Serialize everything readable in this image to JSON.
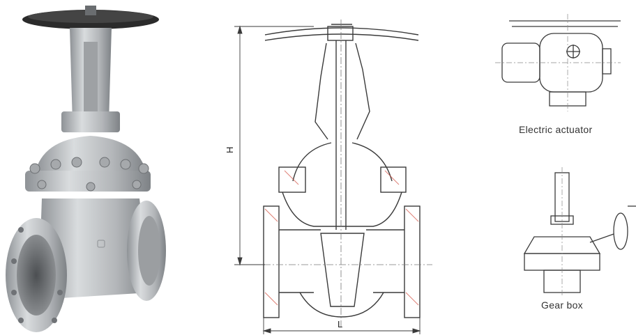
{
  "labels": {
    "dimension_height": "H",
    "dimension_length": "L",
    "electric_actuator": "Electric actuator",
    "gear_box": "Gear box"
  },
  "colors": {
    "handwheel": "#2b2b2b",
    "cast_steel": "#b9bcbf",
    "line": "#3a3a3a",
    "hatch": "#d14b3b"
  }
}
